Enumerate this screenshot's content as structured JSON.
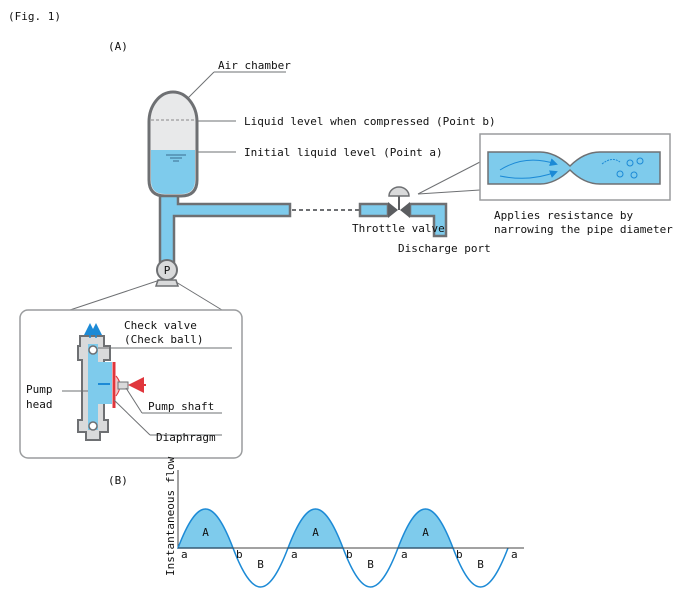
{
  "figure": {
    "caption": "(Fig. 1)",
    "panel_a": "(A)",
    "panel_b": "(B)"
  },
  "labels": {
    "air_chamber": "Air chamber",
    "liquid_level_compressed": "Liquid level when compressed (Point b)",
    "initial_liquid_level": "Initial liquid level (Point a)",
    "throttle_valve": "Throttle valve",
    "discharge_port": "Discharge port",
    "resistance_line1": "Applies resistance by",
    "resistance_line2": "narrowing the pipe diameter",
    "pump_symbol": "P",
    "check_valve_line1": "Check valve",
    "check_valve_line2": "(Check ball)",
    "pump_head_line1": "Pump",
    "pump_head_line2": "head",
    "pump_shaft": "Pump shaft",
    "diaphragm": "Diaphragm"
  },
  "chart_data": {
    "type": "line",
    "ylabel": "Instantaneous flow",
    "region_labels": [
      "A",
      "B",
      "A",
      "B",
      "A",
      "B"
    ],
    "point_labels": [
      "a",
      "b",
      "a",
      "b",
      "a",
      "b",
      "a"
    ]
  },
  "colors": {
    "liquid": "#7ecbec",
    "pipe_outline": "#6e7073",
    "pump_fill": "#d9dadb",
    "arrow_red": "#e0363c",
    "flow_blue": "#1c8ad6"
  }
}
